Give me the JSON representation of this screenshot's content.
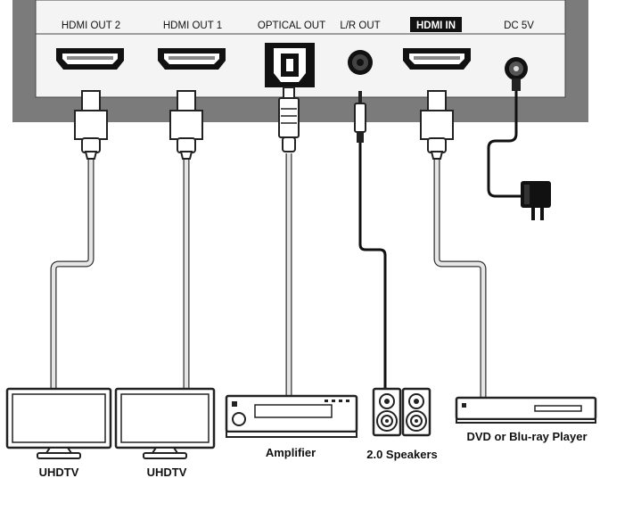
{
  "ports": {
    "hdmi_out_2": "HDMI OUT 2",
    "hdmi_out_1": "HDMI OUT 1",
    "optical_out": "OPTICAL OUT",
    "lr_out": "L/R OUT",
    "hdmi_in": "HDMI IN",
    "dc_5v": "DC 5V"
  },
  "devices": {
    "tv_left": "UHDTV",
    "tv_right": "UHDTV",
    "amplifier": "Amplifier",
    "speakers": "2.0 Speakers",
    "player": "DVD or Blu-ray Player"
  },
  "colors": {
    "chassis": "#7b7b7b",
    "panel": "#f4f4f4",
    "cable": "#e6e6e6",
    "audio_cable": "#1a1a1a"
  },
  "icons": {
    "hdmi_port": "hdmi-port-icon",
    "optical_port": "optical-port-icon",
    "audio_jack": "audio-jack-icon",
    "dc_jack": "dc-jack-icon",
    "power_adapter": "power-adapter-icon",
    "monitor": "monitor-icon",
    "amplifier": "amplifier-icon",
    "speaker": "speaker-icon",
    "player": "disc-player-icon"
  }
}
